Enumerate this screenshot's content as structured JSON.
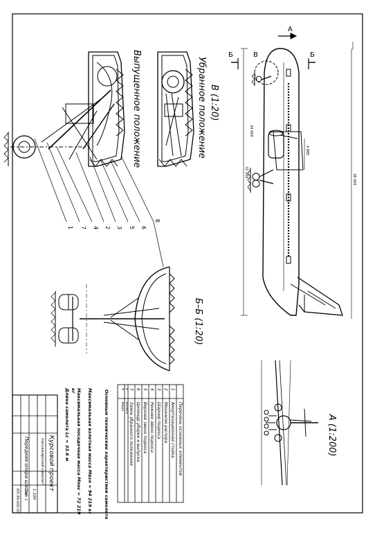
{
  "views": {
    "view_v_title": "В (1:20)",
    "view_v_retracted": "Убранное положение",
    "view_v_extended": "Выпущенное положение",
    "view_bb_title": "Б–Б (1:20)",
    "view_a_title": "А (1:200)"
  },
  "markers": {
    "section_a": "А",
    "section_b_left": "Б",
    "section_b_right": "Б",
    "view_v": "В"
  },
  "callouts": [
    "1",
    "7",
    "4",
    "2",
    "3",
    "5",
    "6",
    "8"
  ],
  "dimensions": [
    "32 200",
    "34 000",
    "38 000",
    "4 885"
  ],
  "parts_table": {
    "title": "Перечень основных элементов",
    "rows": [
      {
        "num": "1",
        "name": "Амортизационная стойка"
      },
      {
        "num": "2",
        "name": "Механизм распора"
      },
      {
        "num": "3",
        "name": "Шарнир подкоса"
      },
      {
        "num": "4",
        "name": "Нижнее звено подкоса"
      },
      {
        "num": "5",
        "name": "Верхнее звено подкоса"
      },
      {
        "num": "6",
        "name": "Цилиндр уборки и выпуска"
      },
      {
        "num": "7",
        "name": "Замок убранного положения"
      },
      {
        "num": "8",
        "name": "Колеса"
      },
      {
        "num": "9",
        "name": "Ниша"
      }
    ]
  },
  "tech_chars": {
    "title": "Основные технические характеристики самолета",
    "line1": "Максимальная взлетная масса    Mвзл = 94 219 кг",
    "line2": "Максимальная посадочная масса  Mпос = 72 219",
    "line3": "кг",
    "line4": "Длина самолета                 Lc = 33.6 м"
  },
  "title_block": {
    "doc_type": "Курсовой проект",
    "topic": "Передняя опора шасси",
    "subtitle": "пассажирский самолет",
    "scale": "1:100",
    "sheet": "Лист 1",
    "code": "КП.ЛА-000.00"
  }
}
